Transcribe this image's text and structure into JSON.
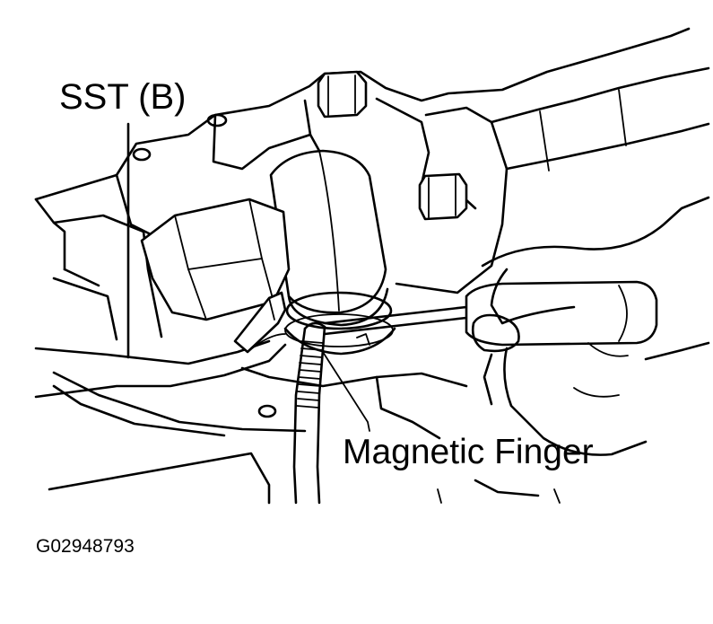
{
  "labels": {
    "sst": "SST (B)",
    "magnetic_finger": "Magnetic Finger",
    "figure_code": "G02948793"
  },
  "colors": {
    "ink": "#000000",
    "paper": "#ffffff"
  }
}
